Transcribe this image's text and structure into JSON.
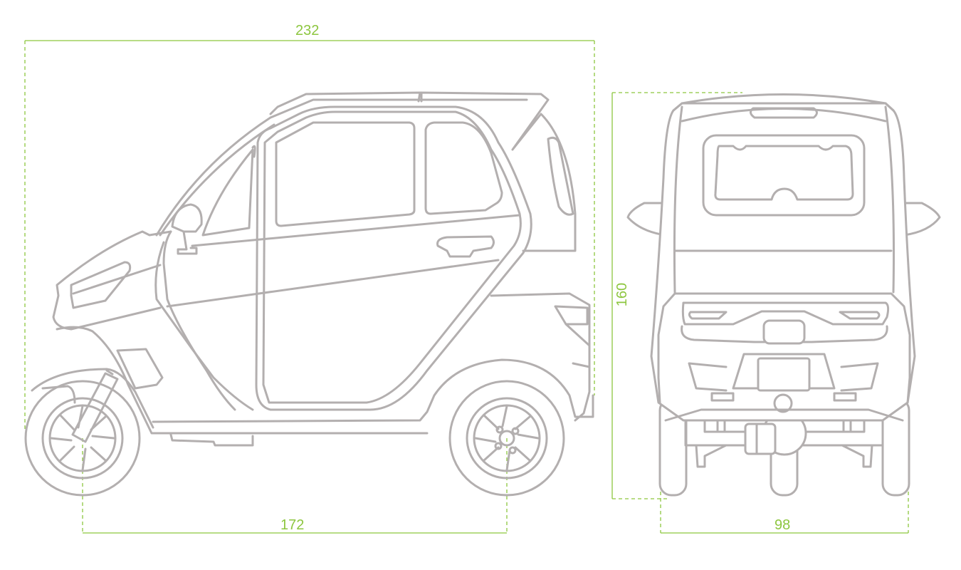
{
  "diagram": {
    "colors": {
      "dimension": "#8dc63f",
      "outline": "#b3afaf"
    },
    "dimensions": {
      "overall_length": "232",
      "wheelbase": "172",
      "overall_height": "160",
      "overall_width": "98"
    },
    "views": [
      "side-view",
      "rear-view"
    ]
  }
}
